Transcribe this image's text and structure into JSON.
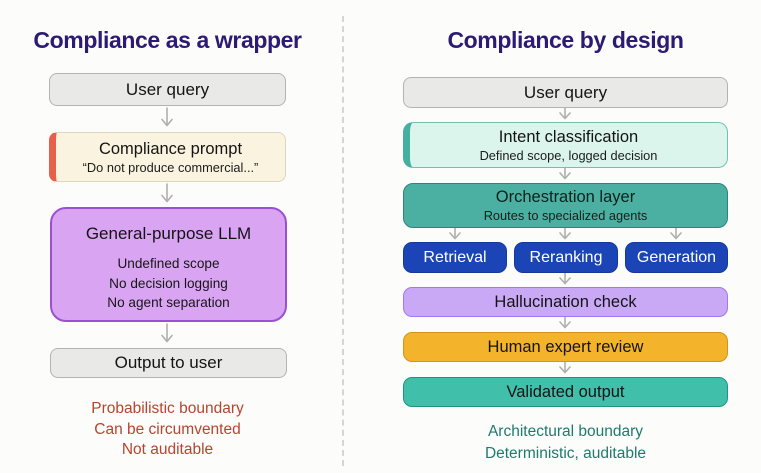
{
  "left": {
    "title": "Compliance as a wrapper",
    "user_query": "User query",
    "compliance_prompt": {
      "title": "Compliance prompt",
      "subtitle": "“Do not produce commercial...”"
    },
    "llm": {
      "title": "General-purpose LLM",
      "lines": [
        "Undefined scope",
        "No decision logging",
        "No agent separation"
      ]
    },
    "output": "Output to user",
    "footer_lines": [
      "Probabilistic boundary",
      "Can be circumvented",
      "Not auditable"
    ]
  },
  "right": {
    "title": "Compliance by design",
    "user_query": "User query",
    "intent": {
      "title": "Intent classification",
      "subtitle": "Defined scope, logged decision"
    },
    "orchestration": {
      "title": "Orchestration layer",
      "subtitle": "Routes to specialized agents"
    },
    "agents": [
      "Retrieval",
      "Reranking",
      "Generation"
    ],
    "hallucination": "Hallucination check",
    "human_review": "Human expert review",
    "validated": "Validated output",
    "footer_lines": [
      "Architectural boundary",
      "Deterministic, auditable"
    ]
  },
  "colors": {
    "title_purple": "#2d1a73",
    "gray_box": "#e9e9e8",
    "cream_box": "#faf3df",
    "cream_accent": "#e8604a",
    "llm_purple": "#d9a5f2",
    "llm_border": "#9d4fd4",
    "mint_box": "#dbf4ec",
    "mint_accent": "#45b0a0",
    "teal_solid": "#4bb0a1",
    "agent_blue": "#1b45b7",
    "lavender_box": "#c9a9f6",
    "amber_box": "#f3b32b",
    "validated_teal": "#40bfaa",
    "footer_red": "#b5452e",
    "footer_teal": "#1e7b6c",
    "arrow_gray": "#b0afad"
  }
}
